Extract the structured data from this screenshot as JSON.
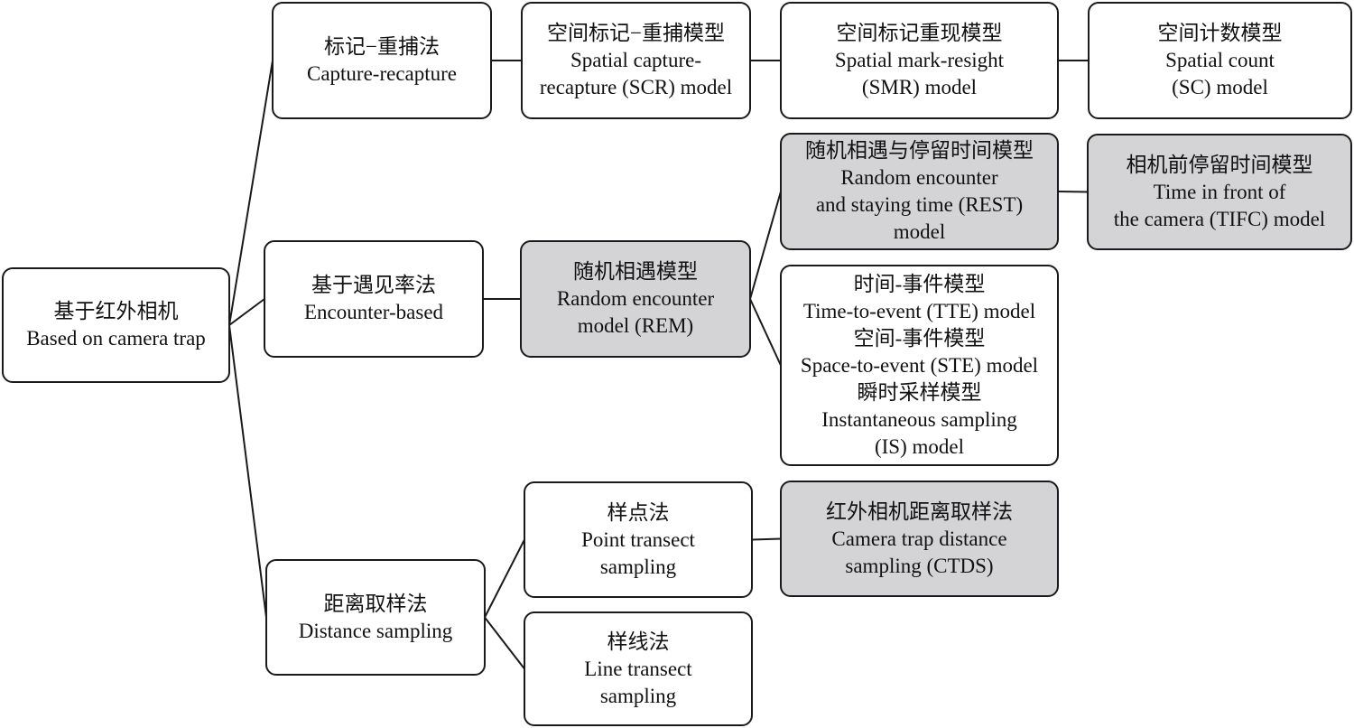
{
  "nodes": [
    {
      "id": "root",
      "lines": [
        "基于红外相机",
        "Based on camera trap"
      ],
      "shaded": false
    },
    {
      "id": "capture-recapture",
      "lines": [
        "标记−重捕法",
        "Capture-recapture"
      ],
      "shaded": false
    },
    {
      "id": "scr",
      "lines": [
        "空间标记−重捕模型",
        "Spatial capture-",
        "recapture (SCR) model"
      ],
      "shaded": false
    },
    {
      "id": "smr",
      "lines": [
        "空间标记重现模型",
        "Spatial mark-resight",
        "(SMR) model"
      ],
      "shaded": false
    },
    {
      "id": "sc",
      "lines": [
        "空间计数模型",
        "Spatial count",
        "(SC) model"
      ],
      "shaded": false
    },
    {
      "id": "encounter-based",
      "lines": [
        "基于遇见率法",
        "Encounter-based"
      ],
      "shaded": false
    },
    {
      "id": "rem",
      "lines": [
        "随机相遇模型",
        "Random encounter",
        "model (REM)"
      ],
      "shaded": true
    },
    {
      "id": "rest",
      "lines": [
        "随机相遇与停留时间模型",
        "Random encounter",
        "and staying time (REST)",
        "model"
      ],
      "shaded": true
    },
    {
      "id": "tifc",
      "lines": [
        "相机前停留时间模型",
        "Time in front of",
        "the camera (TIFC) model"
      ],
      "shaded": true
    },
    {
      "id": "tte-ste-is",
      "lines": [
        "时间-事件模型",
        "Time-to-event (TTE) model",
        "空间-事件模型",
        "Space-to-event (STE) model",
        "瞬时采样模型",
        "Instantaneous sampling",
        "(IS) model"
      ],
      "shaded": false
    },
    {
      "id": "distance-sampling",
      "lines": [
        "距离取样法",
        "Distance sampling"
      ],
      "shaded": false
    },
    {
      "id": "point-transect",
      "lines": [
        "样点法",
        "Point transect",
        "sampling"
      ],
      "shaded": false
    },
    {
      "id": "ctds",
      "lines": [
        "红外相机距离取样法",
        "Camera trap distance",
        "sampling (CTDS)"
      ],
      "shaded": true
    },
    {
      "id": "line-transect",
      "lines": [
        "样线法",
        "Line transect",
        "sampling"
      ],
      "shaded": false
    }
  ],
  "edges": [
    {
      "from": "root",
      "to": "capture-recapture"
    },
    {
      "from": "root",
      "to": "encounter-based"
    },
    {
      "from": "root",
      "to": "distance-sampling"
    },
    {
      "from": "capture-recapture",
      "to": "scr"
    },
    {
      "from": "scr",
      "to": "smr"
    },
    {
      "from": "smr",
      "to": "sc"
    },
    {
      "from": "encounter-based",
      "to": "rem"
    },
    {
      "from": "rem",
      "to": "rest"
    },
    {
      "from": "rem",
      "to": "tte-ste-is"
    },
    {
      "from": "rest",
      "to": "tifc"
    },
    {
      "from": "distance-sampling",
      "to": "point-transect"
    },
    {
      "from": "distance-sampling",
      "to": "line-transect"
    },
    {
      "from": "point-transect",
      "to": "ctds"
    }
  ],
  "colors": {
    "line": "#1a1a1a",
    "shaded_fill": "#d4d4d6",
    "fill": "#ffffff"
  }
}
